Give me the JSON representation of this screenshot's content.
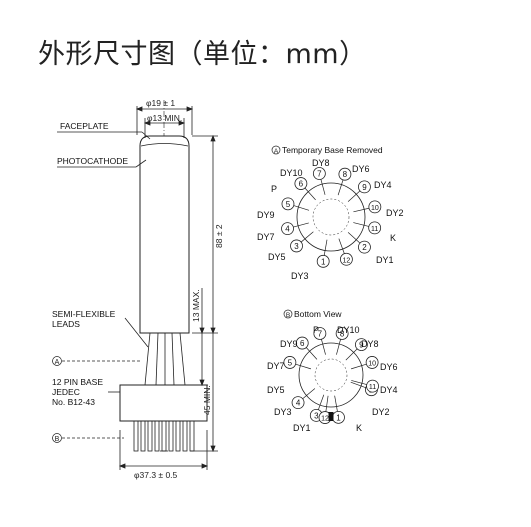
{
  "title": "外形尺寸图（单位：mm）",
  "side_view": {
    "dims": {
      "outer_diameter": "φ19 ± 1",
      "photocathode_min": "φ13 MIN.",
      "length": "88 ± 2",
      "leads_max": "13 MAX.",
      "pins_min": "45 MIN.",
      "base_diameter": "φ37.3 ± 0.5"
    },
    "labels": {
      "faceplate": "FACEPLATE",
      "photocathode": "PHOTOCATHODE",
      "leads_line1": "SEMI-FLEXIBLE",
      "leads_line2": "LEADS",
      "base_line1": "12 PIN BASE",
      "base_line2": "JEDEC",
      "base_line3": "No. B12-43",
      "marker_a": "A",
      "marker_b": "B"
    }
  },
  "view_a": {
    "marker": "A",
    "caption": "Temporary Base Removed",
    "pins": [
      "1",
      "2",
      "3",
      "4",
      "5",
      "6",
      "7",
      "8",
      "9",
      "10",
      "11",
      "12"
    ],
    "labels": {
      "dy1": "DY1",
      "dy2": "DY2",
      "dy3": "DY3",
      "dy4": "DY4",
      "dy5": "DY5",
      "dy6": "DY6",
      "dy7": "DY7",
      "dy8": "DY8",
      "dy9": "DY9",
      "dy10": "DY10",
      "p": "P",
      "k": "K"
    }
  },
  "view_b": {
    "marker": "B",
    "caption": "Bottom View",
    "pins": [
      "1",
      "2",
      "3",
      "4",
      "5",
      "6",
      "7",
      "8",
      "9",
      "10",
      "11",
      "12"
    ],
    "labels": {
      "dy1": "DY1",
      "dy2": "DY2",
      "dy3": "DY3",
      "dy4": "DY4",
      "dy5": "DY5",
      "dy6": "DY6",
      "dy7": "DY7",
      "dy8": "DY8",
      "dy9": "DY9",
      "dy10": "DY10",
      "p": "P",
      "k": "K"
    }
  }
}
